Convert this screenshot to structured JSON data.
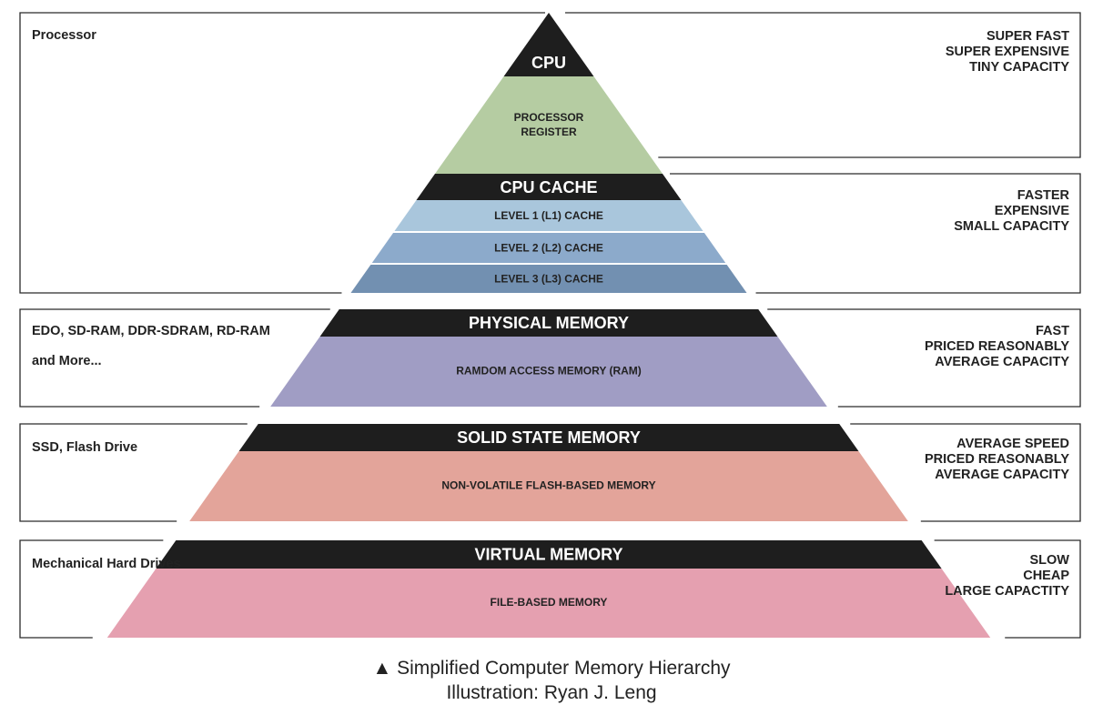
{
  "layers": [
    {
      "id": "processor",
      "left_label": "Processor",
      "right_lines": [
        "SUPER FAST",
        "SUPER EXPENSIVE",
        "TINY CAPACITY"
      ],
      "header": "CPU",
      "body_lines": [
        "PROCESSOR",
        "REGISTER"
      ],
      "body_color": "#b5cca2"
    },
    {
      "id": "cache",
      "right_lines": [
        "FASTER",
        "EXPENSIVE",
        "SMALL CAPACITY"
      ],
      "header": "CPU CACHE",
      "sub_bands": [
        {
          "label": "LEVEL 1 (L1) CACHE",
          "color": "#a9c6dc"
        },
        {
          "label": "LEVEL 2 (L2) CACHE",
          "color": "#8caacb"
        },
        {
          "label": "LEVEL 3 (L3) CACHE",
          "color": "#7290b1"
        }
      ]
    },
    {
      "id": "physical",
      "left_lines": [
        "EDO, SD-RAM, DDR-SDRAM, RD-RAM",
        "and More..."
      ],
      "right_lines": [
        "FAST",
        "PRICED REASONABLY",
        "AVERAGE CAPACITY"
      ],
      "header": "PHYSICAL MEMORY",
      "body_lines": [
        "RAMDOM ACCESS MEMORY (RAM)"
      ],
      "body_color": "#a09dc4"
    },
    {
      "id": "solid",
      "left_label": "SSD, Flash Drive",
      "right_lines": [
        "AVERAGE SPEED",
        "PRICED REASONABLY",
        "AVERAGE CAPACITY"
      ],
      "header": "SOLID STATE MEMORY",
      "body_lines": [
        "NON-VOLATILE FLASH-BASED MEMORY"
      ],
      "body_color": "#e3a49a"
    },
    {
      "id": "virtual",
      "left_label": "Mechanical Hard Drives",
      "right_lines": [
        "SLOW",
        "CHEAP",
        "LARGE CAPACTITY"
      ],
      "header": "VIRTUAL MEMORY",
      "body_lines": [
        "FILE-BASED MEMORY"
      ],
      "body_color": "#e5a0b0"
    }
  ],
  "header_color": "#1e1e1e",
  "caption": {
    "line1": "▲ Simplified Computer Memory Hierarchy",
    "line2": "Illustration: Ryan J. Leng"
  }
}
